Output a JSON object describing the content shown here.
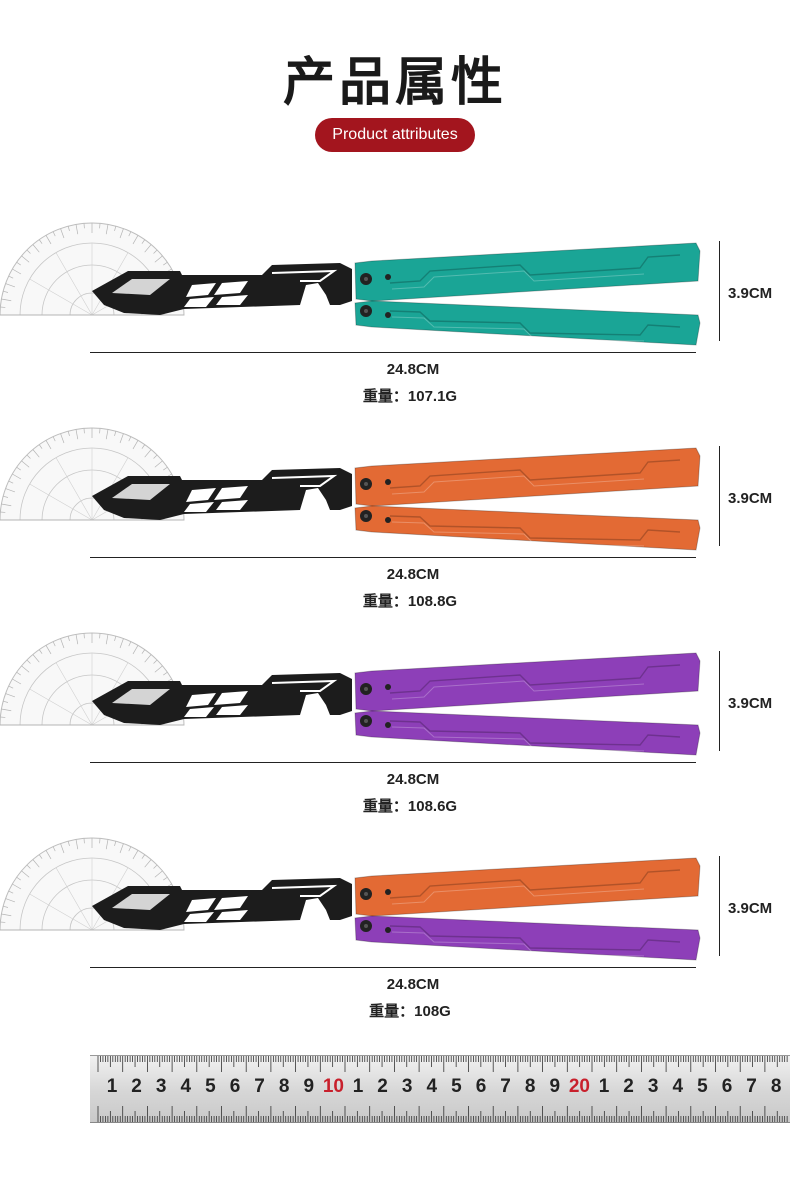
{
  "header": {
    "title": "产品属性",
    "subtitle": "Product attributes"
  },
  "colors": {
    "badge": "#a3151e",
    "blade": "#1c1c1c",
    "teal": "#1aa596",
    "orange": "#e36a34",
    "purple": "#8d3fb8"
  },
  "items": [
    {
      "handle_top": "teal",
      "handle_bottom": "teal",
      "length": "24.8CM",
      "height": "3.9CM",
      "weight_label": "重量：",
      "weight": "107.1G"
    },
    {
      "handle_top": "orange",
      "handle_bottom": "orange",
      "length": "24.8CM",
      "height": "3.9CM",
      "weight_label": "重量：",
      "weight": "108.8G"
    },
    {
      "handle_top": "purple",
      "handle_bottom": "purple",
      "length": "24.8CM",
      "height": "3.9CM",
      "weight_label": "重量：",
      "weight": "108.6G"
    },
    {
      "handle_top": "orange",
      "handle_bottom": "purple",
      "length": "24.8CM",
      "height": "3.9CM",
      "weight_label": "重量：",
      "weight": "108G"
    }
  ],
  "ruler": {
    "numbers": [
      "1",
      "2",
      "3",
      "4",
      "5",
      "6",
      "7",
      "8",
      "9",
      "10",
      "1",
      "2",
      "3",
      "4",
      "5",
      "6",
      "7",
      "8",
      "9",
      "20",
      "1",
      "2",
      "3",
      "4",
      "5",
      "6",
      "7",
      "8"
    ],
    "red_numbers": [
      "10",
      "20"
    ]
  }
}
